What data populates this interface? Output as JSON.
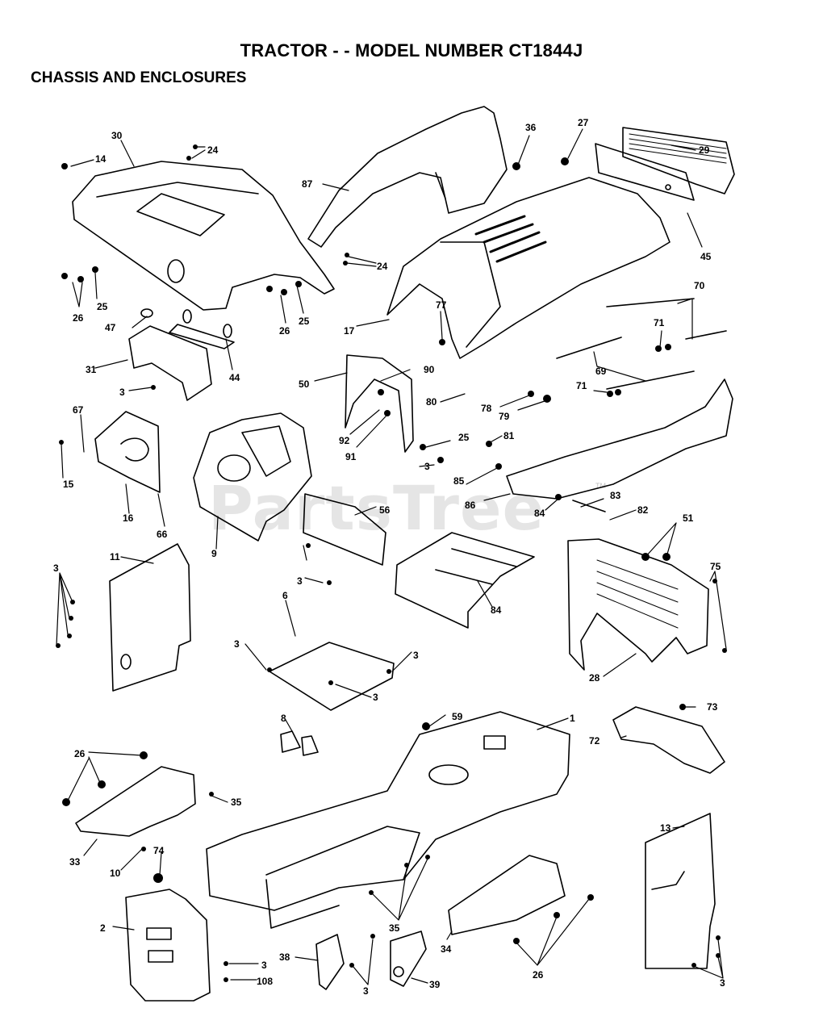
{
  "title": "TRACTOR - - MODEL NUMBER CT1844J",
  "section": "CHASSIS AND ENCLOSURES",
  "watermark": "PartsTree",
  "watermark_tm": "TM",
  "callouts": [
    {
      "id": "c30",
      "label": "30"
    },
    {
      "id": "c14",
      "label": "14"
    },
    {
      "id": "c24a",
      "label": "24"
    },
    {
      "id": "c87",
      "label": "87"
    },
    {
      "id": "c36",
      "label": "36"
    },
    {
      "id": "c27",
      "label": "27"
    },
    {
      "id": "c29",
      "label": "29"
    },
    {
      "id": "c45",
      "label": "45"
    },
    {
      "id": "c24b",
      "label": "24"
    },
    {
      "id": "c26a",
      "label": "26"
    },
    {
      "id": "c25a",
      "label": "25"
    },
    {
      "id": "c26b",
      "label": "26"
    },
    {
      "id": "c25b",
      "label": "25"
    },
    {
      "id": "c17",
      "label": "17"
    },
    {
      "id": "c77",
      "label": "77"
    },
    {
      "id": "c70",
      "label": "70"
    },
    {
      "id": "c71a",
      "label": "71"
    },
    {
      "id": "c47",
      "label": "47"
    },
    {
      "id": "c31",
      "label": "31"
    },
    {
      "id": "c44",
      "label": "44"
    },
    {
      "id": "c3a",
      "label": "3"
    },
    {
      "id": "c50",
      "label": "50"
    },
    {
      "id": "c90",
      "label": "90"
    },
    {
      "id": "c80",
      "label": "80"
    },
    {
      "id": "c78",
      "label": "78"
    },
    {
      "id": "c79",
      "label": "79"
    },
    {
      "id": "c69",
      "label": "69"
    },
    {
      "id": "c71b",
      "label": "71"
    },
    {
      "id": "c67",
      "label": "67"
    },
    {
      "id": "c92",
      "label": "92"
    },
    {
      "id": "c91",
      "label": "91"
    },
    {
      "id": "c25c",
      "label": "25"
    },
    {
      "id": "c81",
      "label": "81"
    },
    {
      "id": "c15",
      "label": "15"
    },
    {
      "id": "c16",
      "label": "16"
    },
    {
      "id": "c66",
      "label": "66"
    },
    {
      "id": "c3b",
      "label": "3"
    },
    {
      "id": "c85",
      "label": "85"
    },
    {
      "id": "c86",
      "label": "86"
    },
    {
      "id": "c84a",
      "label": "84"
    },
    {
      "id": "c83",
      "label": "83"
    },
    {
      "id": "c82",
      "label": "82"
    },
    {
      "id": "c56",
      "label": "56"
    },
    {
      "id": "c9",
      "label": "9"
    },
    {
      "id": "c51",
      "label": "51"
    },
    {
      "id": "c11",
      "label": "11"
    },
    {
      "id": "c3c",
      "label": "3"
    },
    {
      "id": "c3d",
      "label": "3"
    },
    {
      "id": "c84b",
      "label": "84"
    },
    {
      "id": "c75",
      "label": "75"
    },
    {
      "id": "c6",
      "label": "6"
    },
    {
      "id": "c3e",
      "label": "3"
    },
    {
      "id": "c3f",
      "label": "3"
    },
    {
      "id": "c3g",
      "label": "3"
    },
    {
      "id": "c28",
      "label": "28"
    },
    {
      "id": "c59",
      "label": "59"
    },
    {
      "id": "c1",
      "label": "1"
    },
    {
      "id": "c73",
      "label": "73"
    },
    {
      "id": "c8",
      "label": "8"
    },
    {
      "id": "c72",
      "label": "72"
    },
    {
      "id": "c26c",
      "label": "26"
    },
    {
      "id": "c35a",
      "label": "35"
    },
    {
      "id": "c33",
      "label": "33"
    },
    {
      "id": "c10",
      "label": "10"
    },
    {
      "id": "c74",
      "label": "74"
    },
    {
      "id": "c13",
      "label": "13"
    },
    {
      "id": "c2",
      "label": "2"
    },
    {
      "id": "c35b",
      "label": "35"
    },
    {
      "id": "c3h",
      "label": "3"
    },
    {
      "id": "c108",
      "label": "108"
    },
    {
      "id": "c38",
      "label": "38"
    },
    {
      "id": "c3i",
      "label": "3"
    },
    {
      "id": "c39",
      "label": "39"
    },
    {
      "id": "c34",
      "label": "34"
    },
    {
      "id": "c26d",
      "label": "26"
    },
    {
      "id": "c3j",
      "label": "3"
    }
  ]
}
